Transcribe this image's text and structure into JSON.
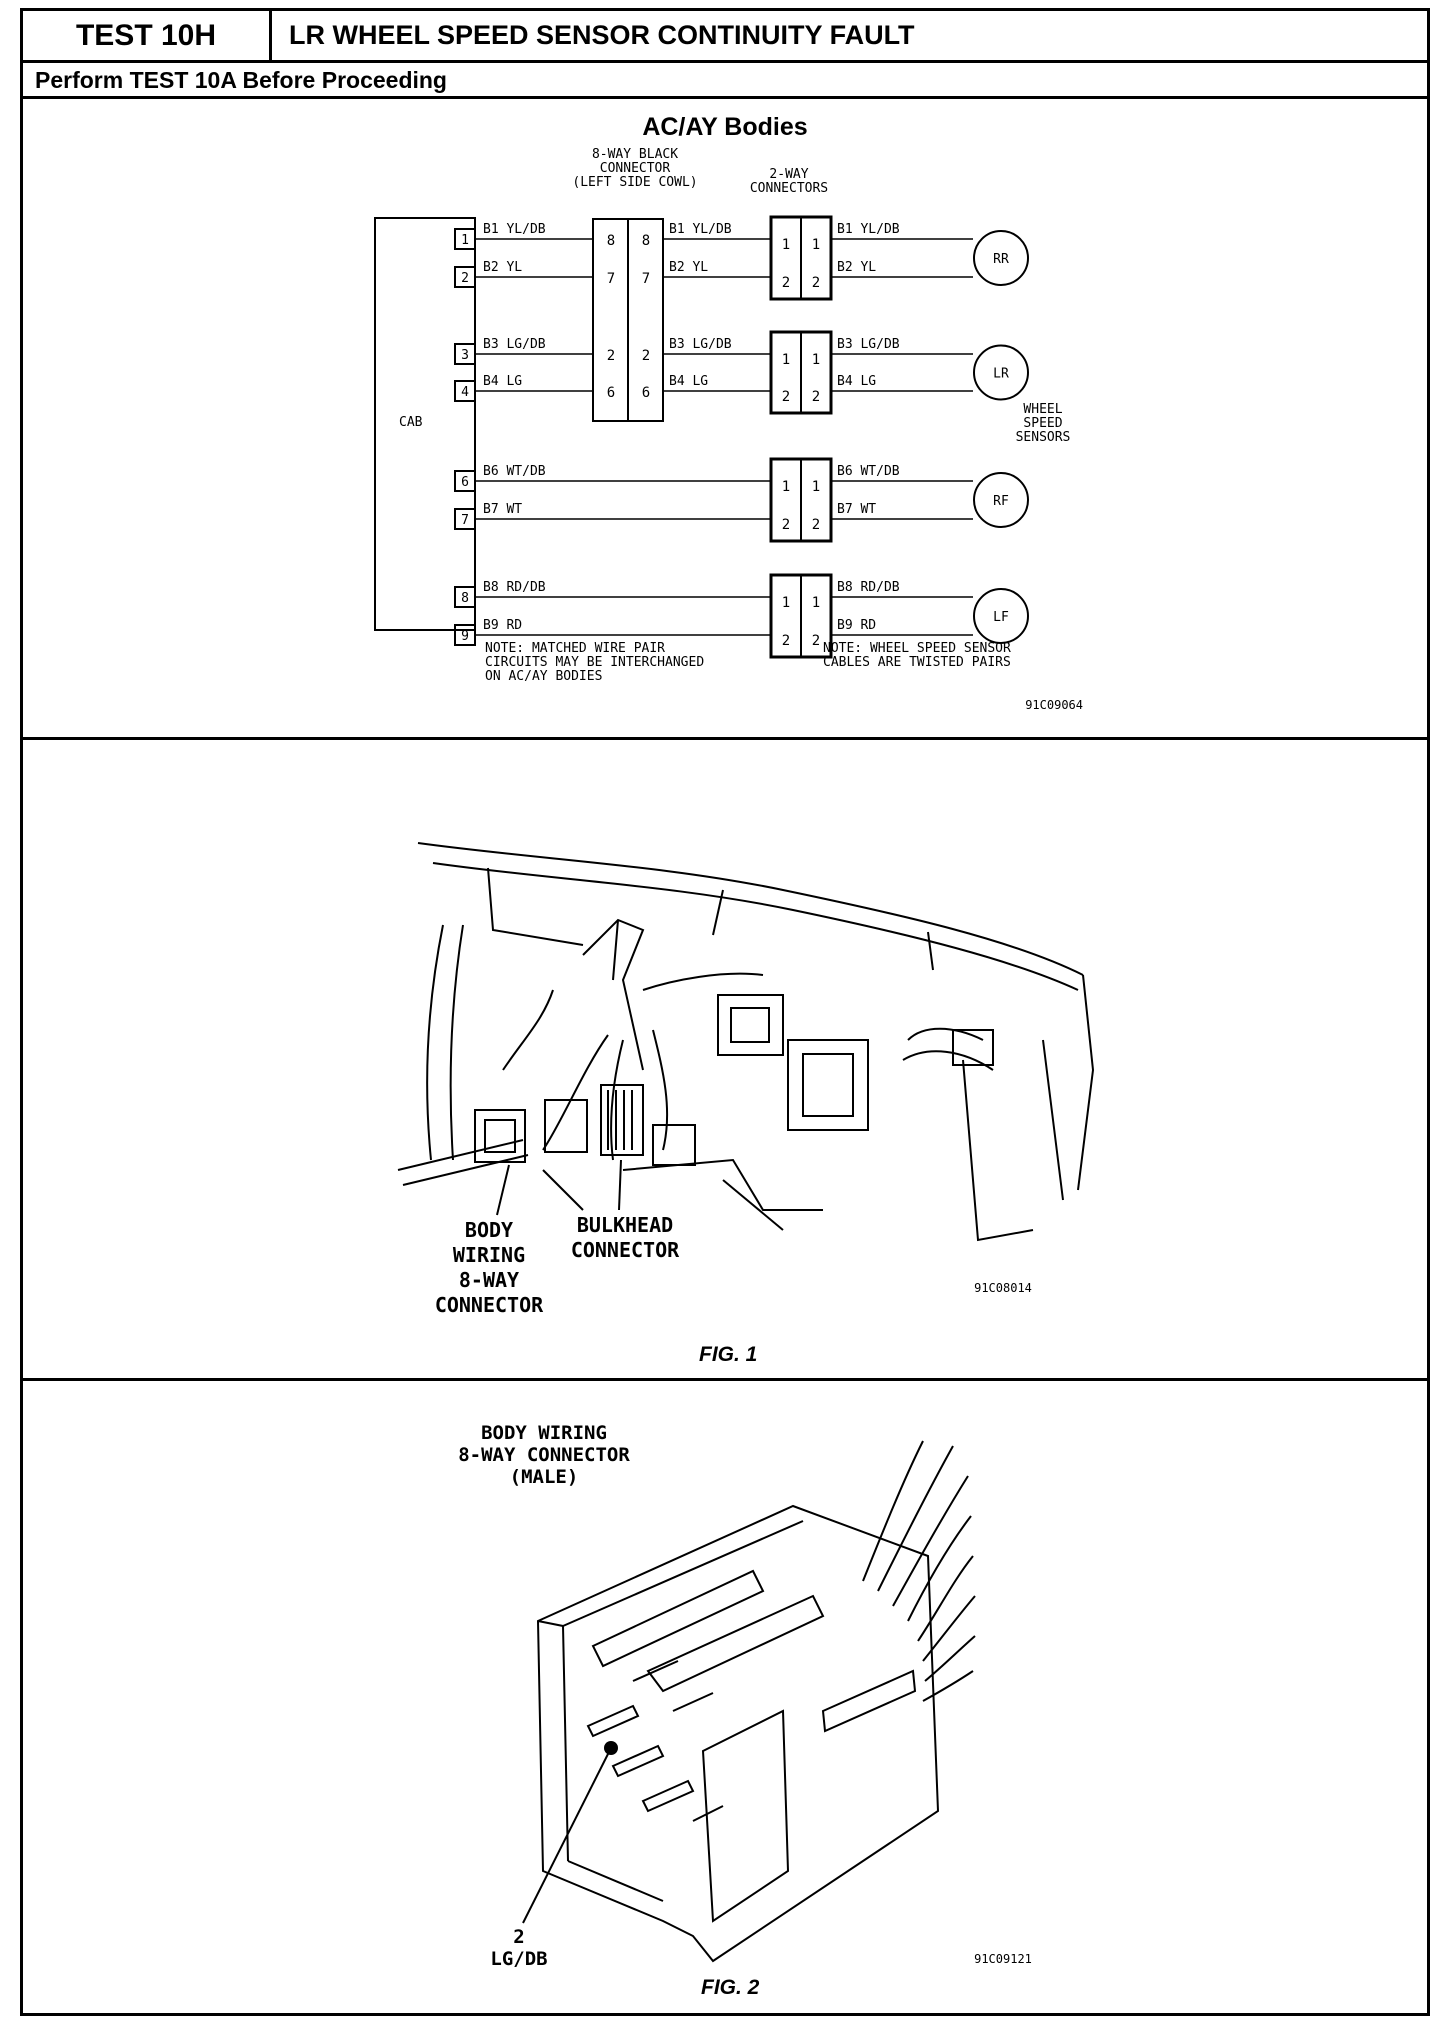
{
  "header": {
    "test_number": "TEST 10H",
    "title": "LR WHEEL SPEED SENSOR CONTINUITY FAULT",
    "subheader": "Perform TEST 10A Before Proceeding"
  },
  "schematic": {
    "title": "AC/AY Bodies",
    "connector8_label": [
      "8-WAY BLACK",
      "CONNECTOR",
      "(LEFT SIDE COWL)"
    ],
    "connector2_label": [
      "2-WAY",
      "CONNECTORS"
    ],
    "cab_label": "CAB",
    "cab_pins": [
      "1",
      "2",
      "3",
      "4",
      "6",
      "7",
      "8",
      "9"
    ],
    "wires_left": [
      "B1 YL/DB",
      "B2 YL",
      "B3 LG/DB",
      "B4 LG",
      "B6 WT/DB",
      "B7 WT",
      "B8 RD/DB",
      "B9 RD"
    ],
    "wires_mid": [
      "B1 YL/DB",
      "B2 YL",
      "B3 LG/DB",
      "B4 LG"
    ],
    "wires_right": [
      "B1 YL/DB",
      "B2 YL",
      "B3 LG/DB",
      "B4 LG",
      "B6 WT/DB",
      "B7 WT",
      "B8 RD/DB",
      "B9 RD"
    ],
    "c8_pins": [
      "8",
      "7",
      "2",
      "6"
    ],
    "c2_pins": [
      "1",
      "2"
    ],
    "sensors": [
      "RR",
      "LR",
      "RF",
      "LF"
    ],
    "sensors_label": [
      "WHEEL",
      "SPEED",
      "SENSORS"
    ],
    "note_left": [
      "NOTE: MATCHED WIRE PAIR",
      "CIRCUITS MAY BE INTERCHANGED",
      "ON AC/AY BODIES"
    ],
    "note_right": [
      "NOTE: WHEEL SPEED SENSOR",
      "CABLES ARE TWISTED PAIRS"
    ],
    "code": "91C09064"
  },
  "fig1": {
    "label_left": [
      "BODY",
      "WIRING",
      "8-WAY",
      "CONNECTOR"
    ],
    "label_right": [
      "BULKHEAD",
      "CONNECTOR"
    ],
    "code": "91C08014",
    "caption": "FIG. 1"
  },
  "fig2": {
    "title": [
      "BODY WIRING",
      "8-WAY CONNECTOR",
      "(MALE)"
    ],
    "pin_number": "2",
    "pin_wire": "LG/DB",
    "code": "91C09121",
    "caption": "FIG. 2"
  }
}
